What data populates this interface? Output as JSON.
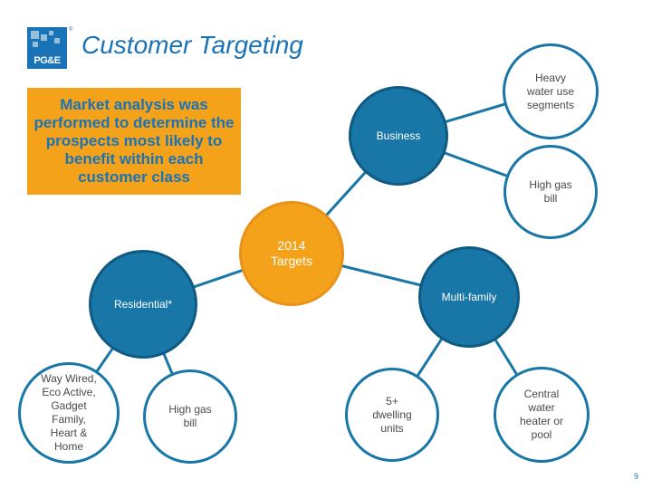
{
  "logo": {
    "text": "PG&E",
    "mark": "®"
  },
  "slide": {
    "title": "Customer Targeting",
    "page_number": "9"
  },
  "callout": {
    "text": "Market analysis was performed to determine the prospects most likely to benefit within each customer class"
  },
  "nodes": {
    "center": "2014\nTargets",
    "business": "Business",
    "heavy_water": "Heavy\nwater use\nsegments",
    "high_gas_business": "High gas\nbill",
    "residential": "Residential*",
    "multifamily": "Multi-family",
    "way_wired": "Way Wired,\nEco Active,\nGadget\nFamily,\nHeart &\nHome",
    "high_gas_residential": "High gas\nbill",
    "dwelling_units": "5+\ndwelling\nunits",
    "central_water": "Central\nwater\nheater or\npool"
  },
  "colors": {
    "blue": "#1877a6",
    "orange": "#f5a21b",
    "title_blue": "#1a73b6"
  }
}
